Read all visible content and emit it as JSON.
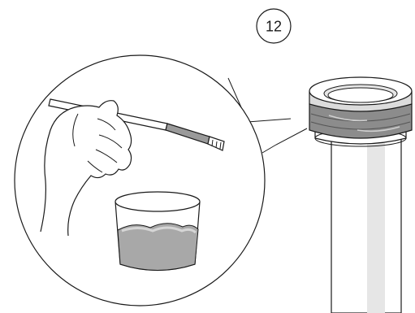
{
  "step": {
    "number": "12"
  },
  "parts": {
    "detail_callout": "magnified-detail-circle",
    "brush": "applicator-brush",
    "hand": "hand-holding-brush",
    "cup": "cup-with-compound",
    "pipe": "pipe-with-threaded-fitting"
  },
  "colors": {
    "outline": "#1a1a1a",
    "background": "#ffffff",
    "compound_fill": "#a8a8a8",
    "compound_top": "#d6d6d6",
    "thread_band": "#8c8c8c",
    "pipe_highlight": "#e6e6e6",
    "ring_fill": "#dcdcdc"
  }
}
